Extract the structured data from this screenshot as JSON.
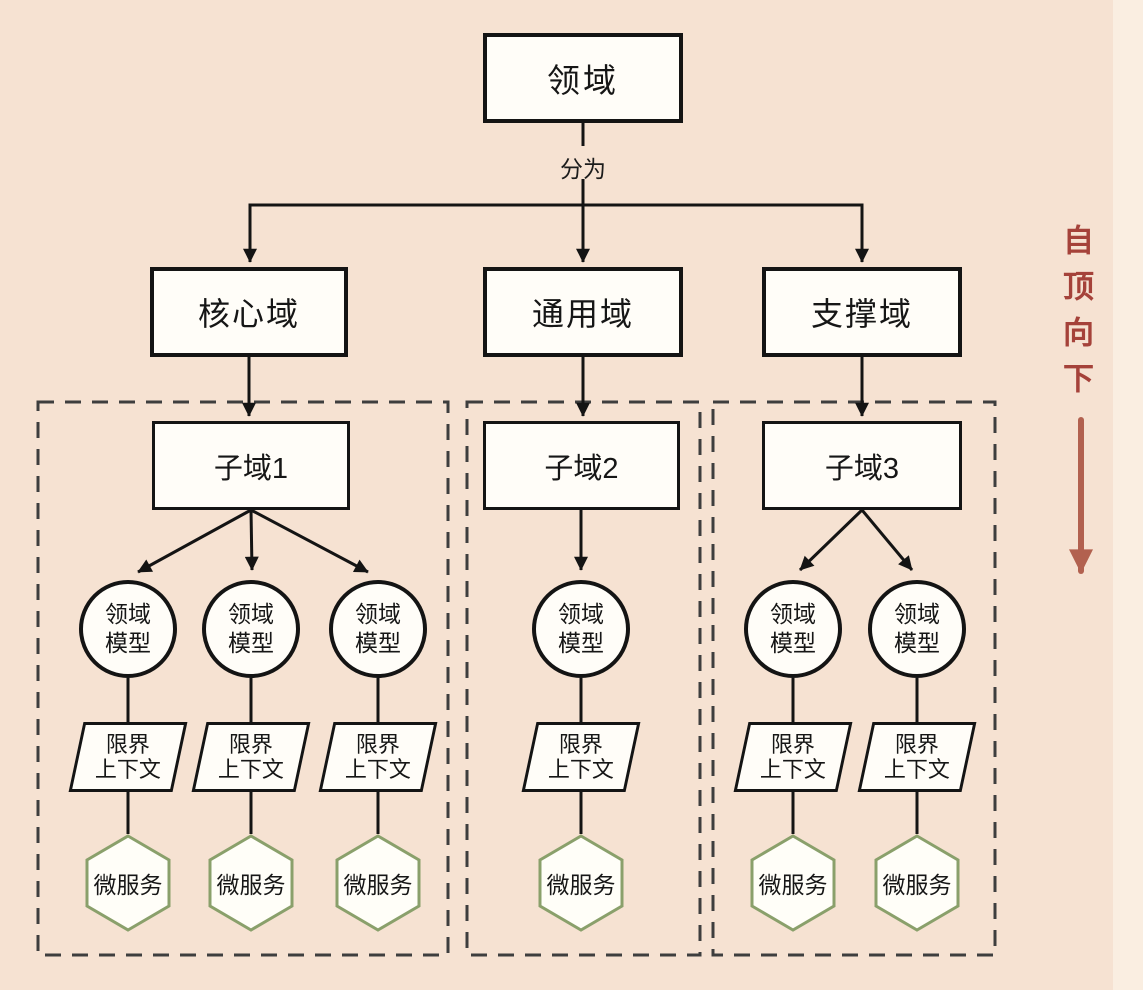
{
  "colors": {
    "background": "#f6e2d2",
    "node_fill": "#fffdf8",
    "node_stroke": "#141414",
    "dashed_group_stroke": "#3e3e3e",
    "hexagon_stroke": "#8aa06b",
    "annotation_text": "#a5423a",
    "annotation_arrow": "#b2614f"
  },
  "root": {
    "label": "领域"
  },
  "split_label": "分为",
  "domains": [
    {
      "label": "核心域"
    },
    {
      "label": "通用域"
    },
    {
      "label": "支撑域"
    }
  ],
  "subdomains": [
    {
      "label": "子域1"
    },
    {
      "label": "子域2"
    },
    {
      "label": "子域3"
    }
  ],
  "domain_model_label": {
    "line1": "领域",
    "line2": "模型"
  },
  "bounded_context_label": {
    "line1": "限界",
    "line2": "上下文"
  },
  "microservice_label": "微服务",
  "annotation": {
    "text": "自顶向下"
  }
}
